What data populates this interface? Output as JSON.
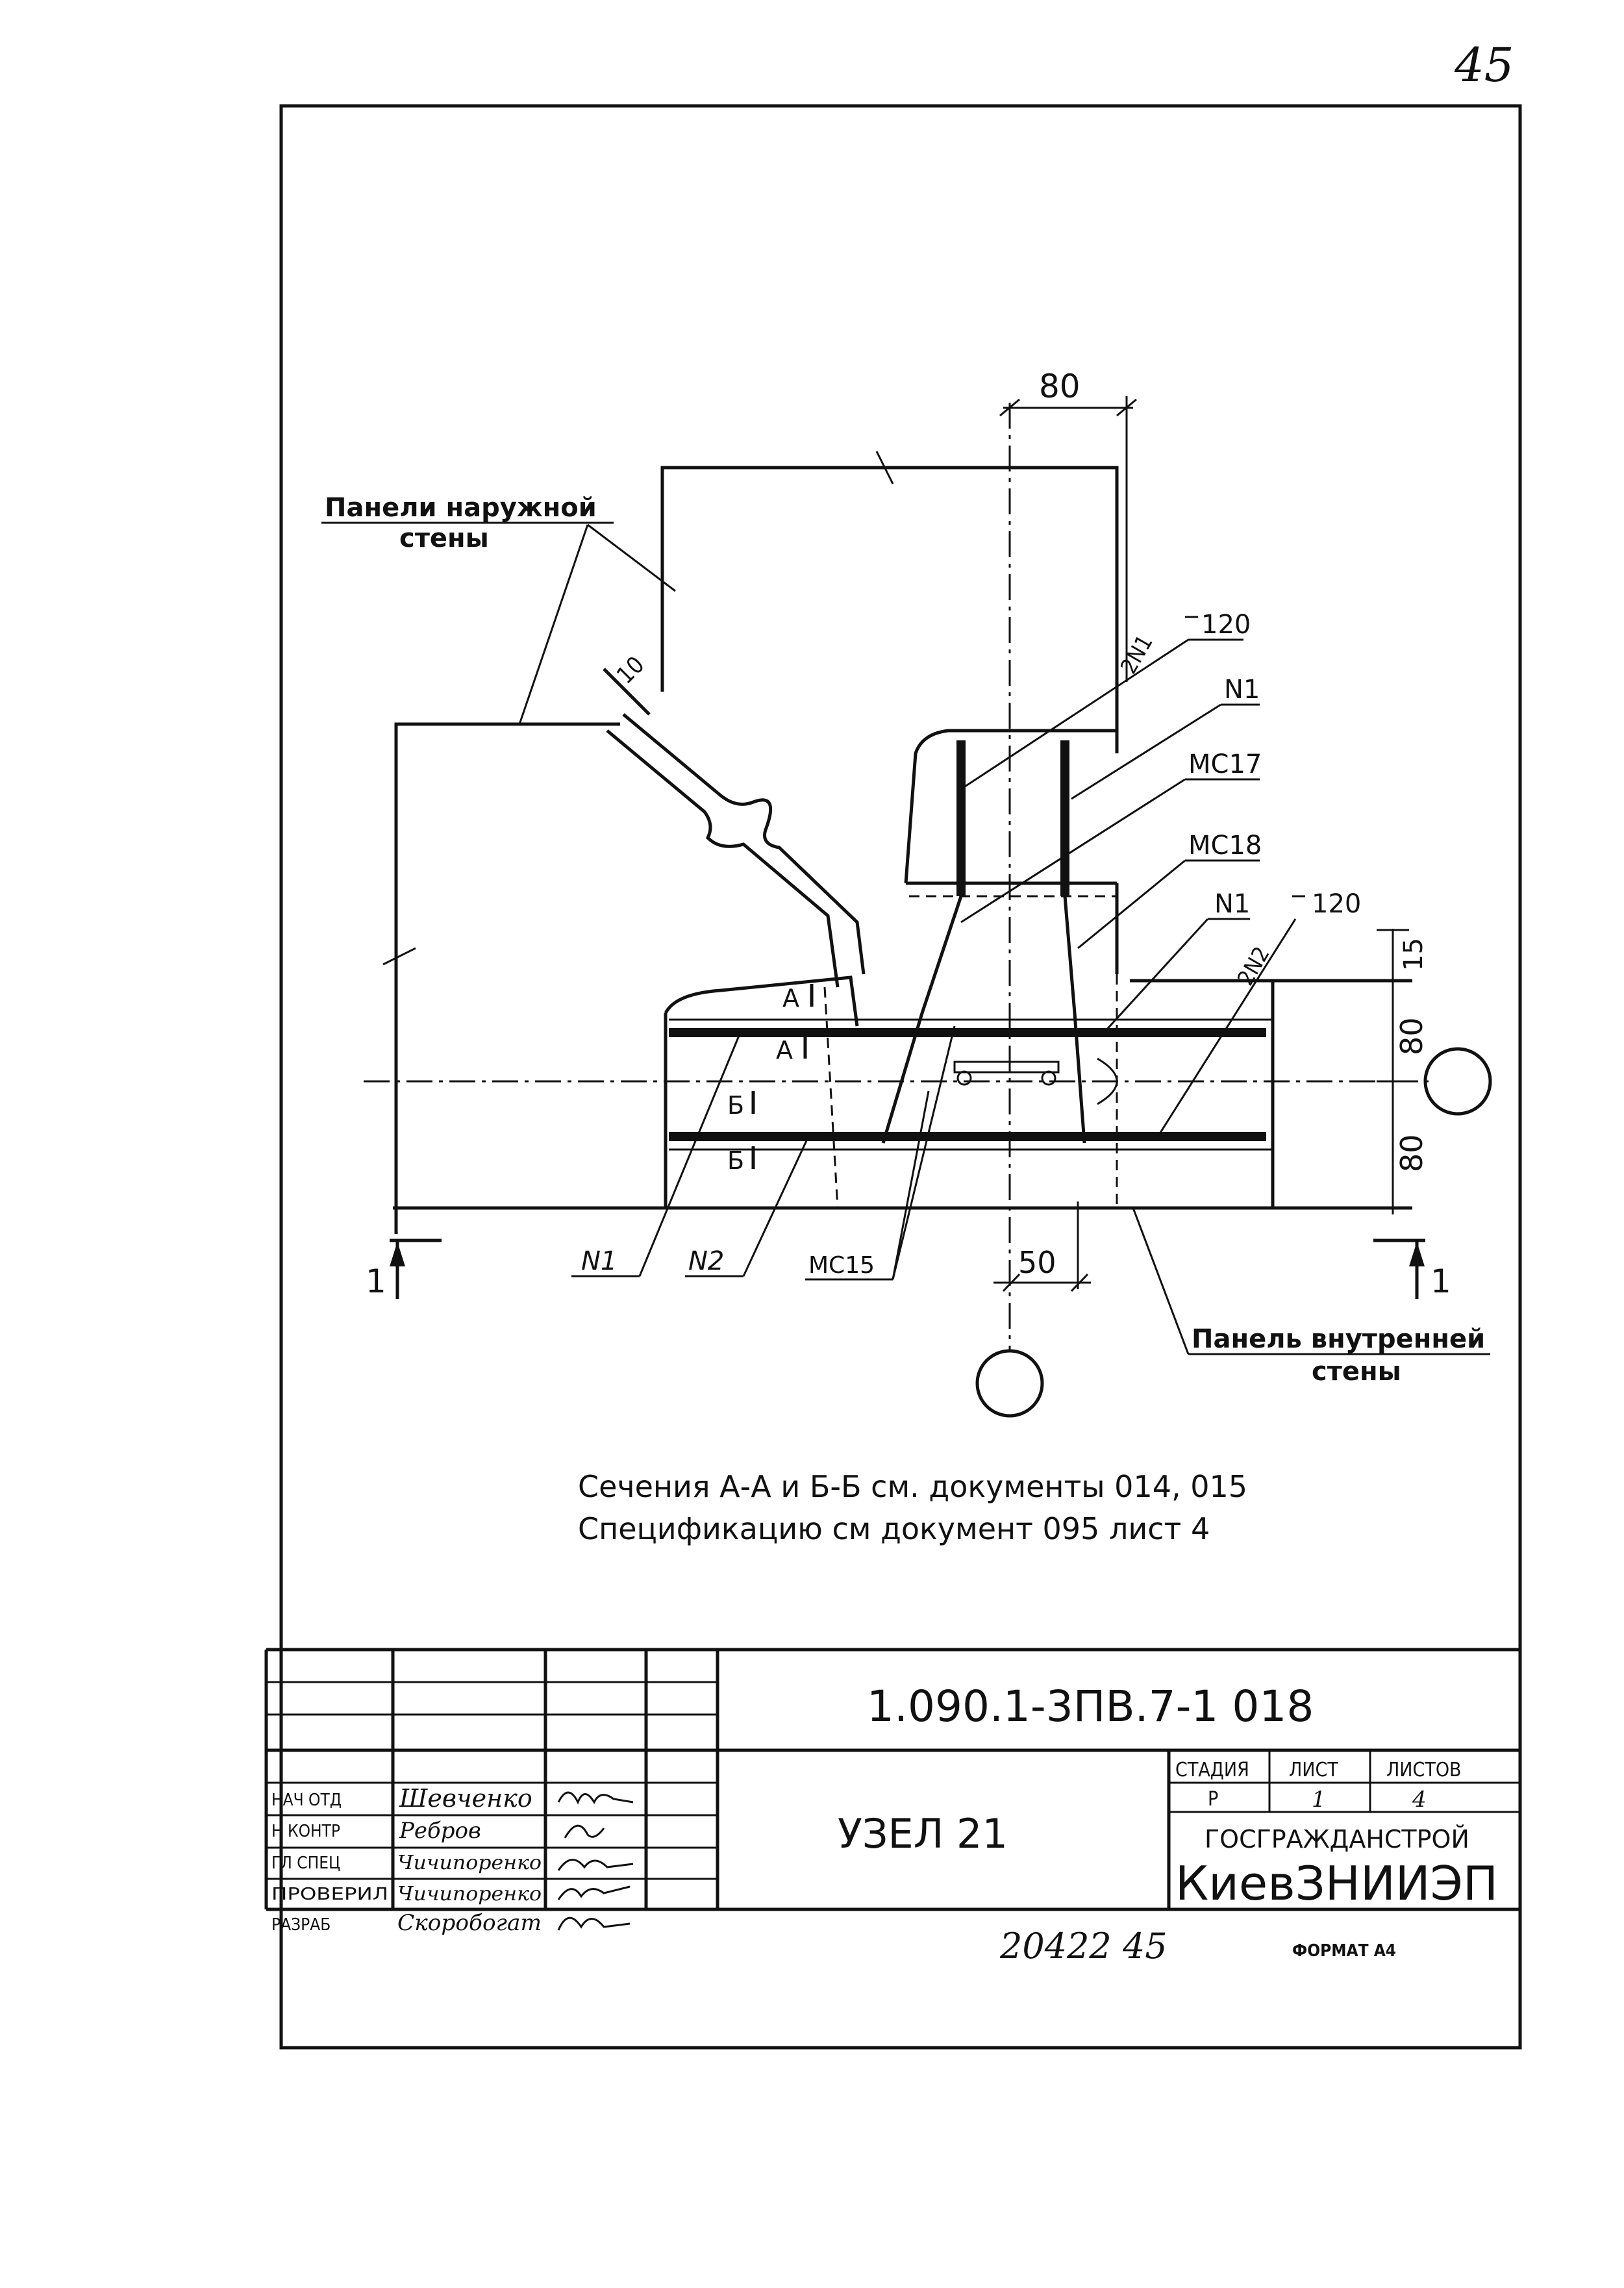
{
  "page_number": "45",
  "labels": {
    "outer_panel_line1": "Панели наружной",
    "outer_panel_line2": "стены",
    "inner_panel_line1": "Панель внутренней",
    "inner_panel_line2": "стены",
    "dim_top": "80",
    "dim_bottom": "50",
    "dim_side_15": "15",
    "dim_side_80a": "80",
    "dim_side_80b": "80",
    "dim_weld": "10",
    "callout_2n1": "2N1",
    "callout_2n2": "2N2",
    "callout_120a": "120",
    "callout_120b": "120",
    "callout_n1_top": "N1",
    "callout_mc17": "MC17",
    "callout_mc18": "MC18",
    "callout_n1_mid": "N1",
    "callout_n1_bottom": "N1",
    "callout_n2_bottom": "N2",
    "callout_mc15": "MC15",
    "section_a1": "A",
    "section_a2": "A",
    "section_b1": "Б",
    "section_b2": "Б",
    "cut_left": "1",
    "cut_right": "1"
  },
  "notes": {
    "line1": "Сечения А-А и Б-Б см. документы 014, 015",
    "line2": "Спецификацию см документ 095 лист 4"
  },
  "title_block": {
    "doc_code": "1.090.1-3ПВ.7-1   018",
    "title": "УЗЕЛ 21",
    "roles": [
      "НАЧ ОТД",
      "Н КОНТР",
      "ГЛ СПЕЦ",
      "ПРОВЕРИЛ",
      "РАЗРАБ"
    ],
    "names": [
      "Шевченко",
      "Ребров",
      "Чичипоренко",
      "Чичипоренко",
      "Скоробогат"
    ],
    "stage_header": "СТАДИЯ",
    "sheet_header": "ЛИСТ",
    "sheets_header": "ЛИСТОВ",
    "stage": "Р",
    "sheet": "1",
    "sheets": "4",
    "org_line1": "ГОСГРАЖДАНСТРОЙ",
    "org_line2": "КиевЗНИИЭП"
  },
  "footer": {
    "inventory": "20422  45",
    "format": "ФОРМАТ А4"
  }
}
